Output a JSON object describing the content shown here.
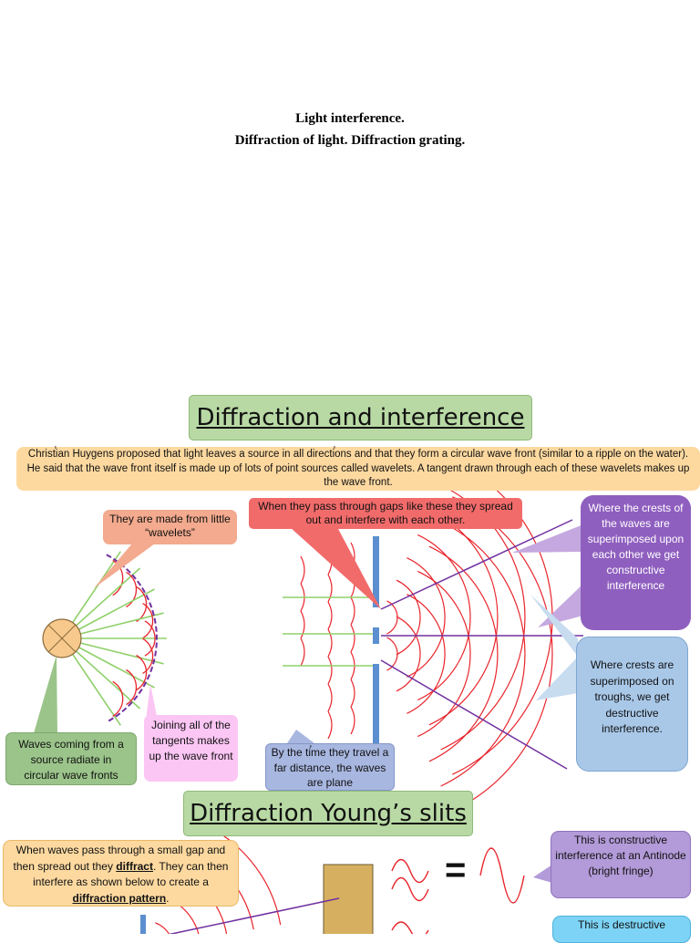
{
  "document": {
    "title_line1": "Light interference.",
    "title_line2": "Diffraction of light. Diffraction grating."
  },
  "slide1": {
    "title": "Diffraction and interference",
    "intro": "Christ̕ian Huygens proposed that light leaves a source in all directi̕ons and that they form a circular wave front (similar to a ripple on the water). He said that the wave front itself is made up of lots of point sources called wavelets. A tangent drawn through each of these wavelets makes up the wave front.",
    "callouts": {
      "wavelets": "They are made from little “wavelets”",
      "gaps": "When they pass through gaps like these they spread out and interfere with each other.",
      "constructive": "Where the crests of the waves are superimposed upon each other we get constructive interference",
      "destructive": "Where crests are superimposed on troughs, we get destructive interference.",
      "source": "Waves coming from a source radiate in circular wave fronts",
      "tangents": "Joining all of the tangents makes up the wave front",
      "plane": "By the ti̕me they travel a far distance, the waves are plane"
    },
    "colors": {
      "title_bg": "#b8d9a4",
      "intro_bg": "#fdd9a0",
      "salmon": "#f3aa8e",
      "red_callout": "#f26b6b",
      "purple": "#8f5fbf",
      "blue": "#a9c8e8",
      "green": "#9bc48a",
      "pink": "#fbc6f4",
      "lavender": "#a8b7e0",
      "wave": "#e8242b",
      "ray": "#7030a0",
      "barrier": "#5b8fd0"
    }
  },
  "slide2": {
    "title": "Diffraction Young’s slits",
    "intro_parts": {
      "a": "When waves pass through a small gap and then spread out they ",
      "b": "diffract",
      "c": ". They can then interfere as shown below to create a ",
      "d": "diffraction pattern",
      "e": "."
    },
    "constructive": "This is constructive interference at an Antinode (bright fringe)",
    "destructive": "This is destructive",
    "equals": "="
  }
}
